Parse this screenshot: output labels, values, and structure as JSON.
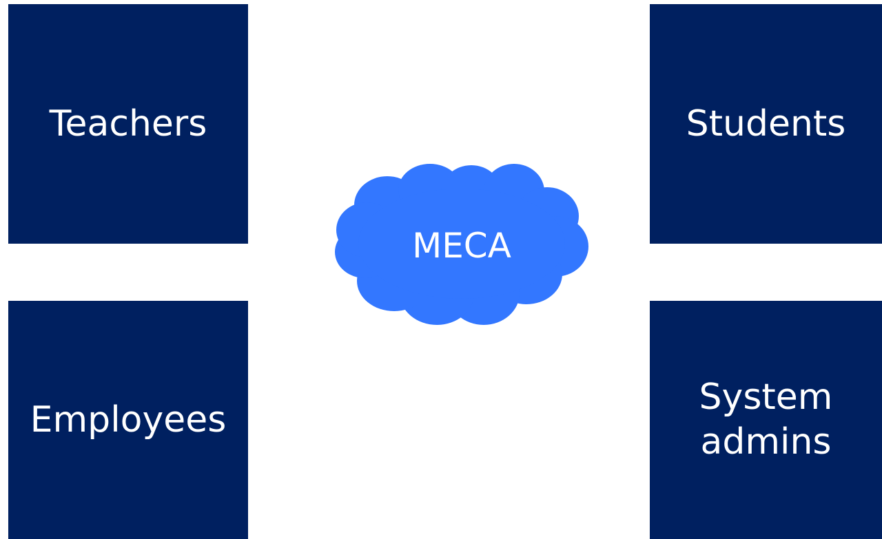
{
  "colors": {
    "box_fill": "#002060",
    "cloud_fill": "#3377FF",
    "text": "#FFFFFF",
    "background": "#FFFFFF"
  },
  "center": {
    "label": "MECA",
    "shape": "cloud-icon"
  },
  "boxes": [
    {
      "id": "teachers",
      "label": "Teachers"
    },
    {
      "id": "students",
      "label": "Students"
    },
    {
      "id": "employees",
      "label": "Employees"
    },
    {
      "id": "system-admins",
      "label": "System\nadmins"
    }
  ]
}
